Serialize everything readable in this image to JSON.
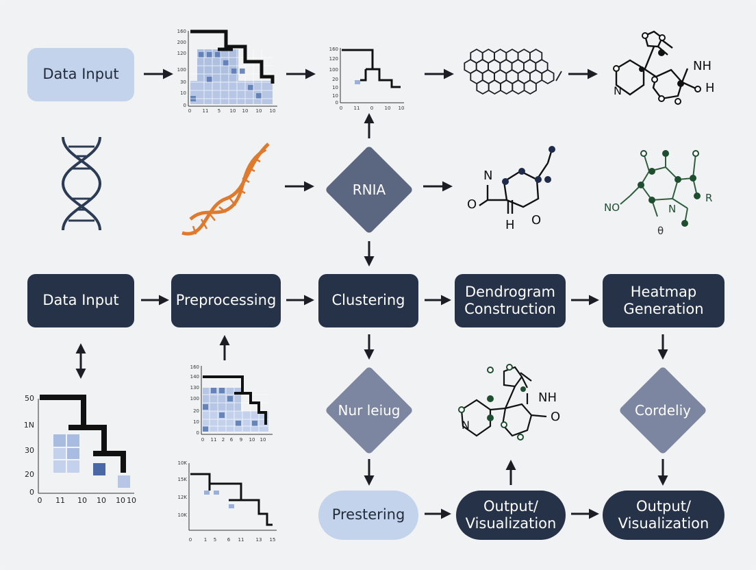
{
  "nodes": {
    "data_input_top": "Data Input",
    "data_input": "Data Input",
    "preprocessing": "Preprocessing",
    "clustering": "Clustering",
    "dendrogram_l1": "Dendrogram",
    "dendrogram_l2": "Construction",
    "heatmap_l1": "Heatmap",
    "heatmap_l2": "Generation",
    "prestering": "Prestering",
    "output1_l1": "Output/",
    "output1_l2": "Visualization",
    "output2_l1": "Output/",
    "output2_l2": "Visualization"
  },
  "diamonds": {
    "rnia": "RNIA",
    "nur_leiug": "Nur leiug",
    "cordeliy": "Cordeliy"
  },
  "molecule_labels": {
    "m1_nh": "NH",
    "m1_h": "H",
    "m2_n": "N",
    "m2_o1": "O",
    "m2_h": "H",
    "m2_o2": "O",
    "m3_no": "NO",
    "m3_n": "N",
    "m3_r": "R",
    "m3_theta": "θ",
    "m4_nh": "NH",
    "m4_n": "N",
    "m4_o": "O"
  },
  "plots": {
    "plot_a": {
      "y_ticks": [
        "160",
        "200",
        "120",
        "100",
        "30",
        "10",
        "0"
      ],
      "x_ticks": [
        "0",
        "11",
        "5",
        "10",
        "10",
        "10",
        "10"
      ]
    },
    "plot_b": {
      "y_ticks": [
        "160",
        "120",
        "100",
        "20",
        "10",
        "10",
        "0"
      ],
      "x_ticks": [
        "0",
        "11",
        "0",
        "10",
        "10"
      ]
    },
    "plot_c": {
      "y_ticks": [
        "50",
        "1N",
        "30",
        "20",
        "0"
      ],
      "x_ticks": [
        "0",
        "11",
        "10",
        "10",
        "10",
        "10"
      ]
    },
    "plot_d": {
      "y_ticks": [
        "160",
        "140",
        "130",
        "100",
        "20",
        "10",
        "0"
      ],
      "x_ticks": [
        "0",
        "11",
        "2",
        "6",
        "9",
        "10",
        "10"
      ]
    },
    "plot_e": {
      "y_ticks": [
        "10K",
        "15K",
        "12K",
        "10K"
      ],
      "x_ticks": [
        "0",
        "1",
        "5",
        "6",
        "11",
        "13",
        "15"
      ]
    }
  },
  "colors": {
    "dark_node": "#263247",
    "light_node": "#c3d3ec",
    "diamond": "#5b6681",
    "diamond_light": "#7d86a0",
    "arrow": "#1b1e24",
    "dna_dark": "#2b3a55",
    "dna_orange": "#dd7a2e",
    "molecule_green": "#2e5e3e",
    "heat_blue": "#5878b0"
  }
}
